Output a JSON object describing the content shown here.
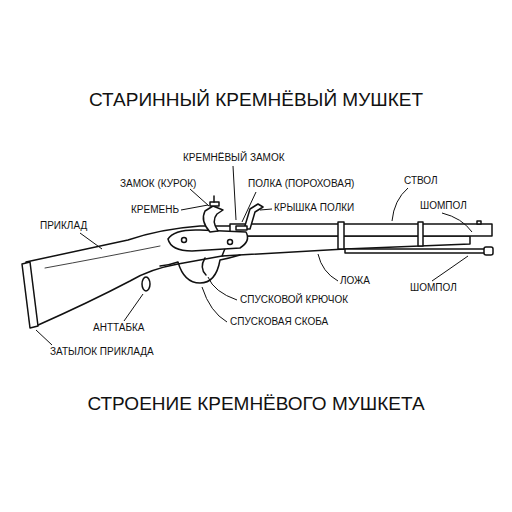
{
  "diagram": {
    "title": "СТАРИННЫЙ КРЕМНЁВЫЙ МУШКЕТ",
    "caption": "СТРОЕНИЕ КРЕМНЁВОГО МУШКЕТА",
    "labels": [
      "КРЕМНЁВЫЙ ЗАМОК",
      "ЗАМОК (КУРОК)",
      "ПОЛКА (ПОРОХОВАЯ)",
      "СТВОЛ",
      "КРЕМЕНЬ",
      "КРЫШКА ПОЛКИ",
      "ШОМПОЛ",
      "ПРИКЛАД",
      "ЛОЖА",
      "ШОМПОЛ",
      "СПУСКОВОЙ КРЮЧОК",
      "СПУСКОВАЯ СКОБА",
      "АНТТАБКА",
      "ЗАТЫЛОК ПРИКЛАДА"
    ]
  }
}
